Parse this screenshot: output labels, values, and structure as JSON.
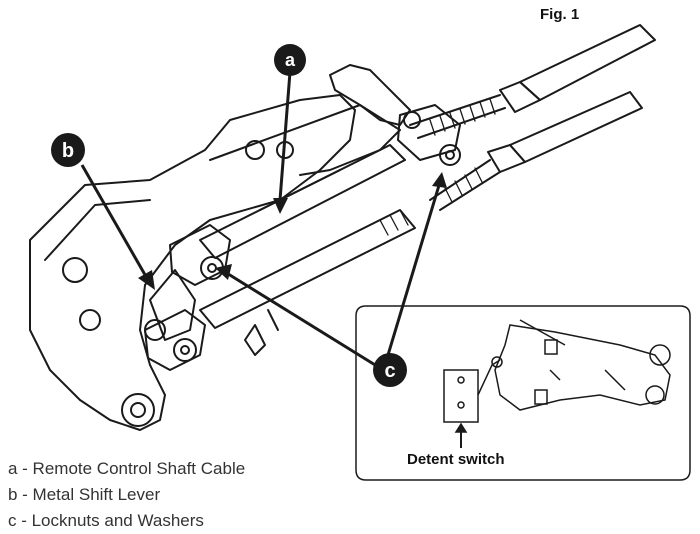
{
  "figure": {
    "title": "Fig. 1"
  },
  "callouts": {
    "a": "a",
    "b": "b",
    "c": "c"
  },
  "inset": {
    "label": "Detent switch"
  },
  "legend": [
    {
      "text": "a - Remote Control Shaft Cable"
    },
    {
      "text": "b - Metal Shift Lever"
    },
    {
      "text": "c - Locknuts and Washers"
    }
  ],
  "colors": {
    "ink": "#1a1a1a",
    "callout_fill": "#1a1a1a",
    "paper": "#ffffff"
  }
}
